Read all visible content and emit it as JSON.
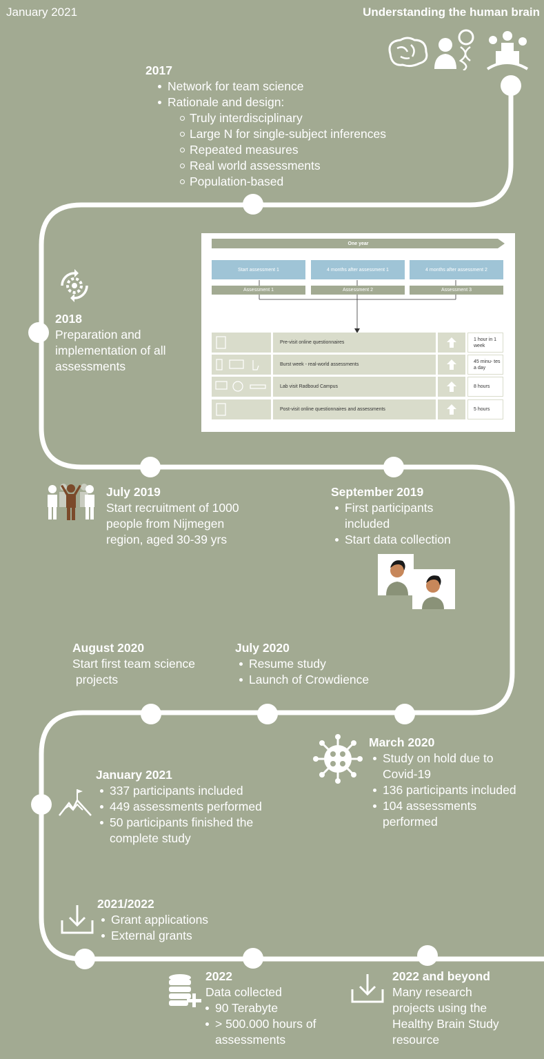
{
  "header": {
    "date": "January 2021",
    "title": "Understanding the human brain"
  },
  "milestones": {
    "m2017": {
      "title": "2017",
      "items": [
        "Network for team science",
        "Rationale and design:"
      ],
      "subitems": [
        "Truly interdisciplinary",
        "Large N for single-subject inferences",
        "Repeated measures",
        "Real world assessments",
        "Population-based"
      ]
    },
    "m2018": {
      "title": "2018",
      "text": [
        "Preparation and",
        "implementation of all",
        "assessments"
      ]
    },
    "july2019": {
      "title": "July 2019",
      "text": [
        "Start recruitment of 1000",
        "people from Nijmegen",
        "region, aged 30-39 yrs"
      ]
    },
    "sept2019": {
      "title": "September 2019",
      "items": [
        "First participants included",
        "Start data collection"
      ]
    },
    "aug2020": {
      "title": "August 2020",
      "text": [
        "Start first team science",
        " projects"
      ]
    },
    "july2020": {
      "title": "July 2020",
      "items": [
        "Resume study",
        "Launch of Crowdience"
      ]
    },
    "march2020": {
      "title": "March 2020",
      "items": [
        "Study on hold due to Covid-19",
        "136 participants included",
        "104 assessments performed"
      ]
    },
    "jan2021": {
      "title": "January 2021",
      "items": [
        "337 participants included",
        "449 assessments performed",
        "50 participants finished the complete study"
      ]
    },
    "y2122": {
      "title": "2021/2022",
      "items": [
        "Grant applications",
        "External grants"
      ]
    },
    "y2022": {
      "title": "2022",
      "text": "Data collected",
      "items": [
        "90 Terabyte",
        "> 500.000 hours of assessments"
      ]
    },
    "beyond": {
      "title": "2022 and beyond",
      "text": [
        "Many research",
        "projects using the",
        "Healthy Brain Study",
        "resource"
      ]
    }
  },
  "schedule": {
    "banner": "One year",
    "top": [
      "Start assessment 1",
      "4 months after assessment 1",
      "4 months after assessment 2"
    ],
    "assess": [
      "Assessment 1",
      "Assessment 2",
      "Assessment 3"
    ],
    "rows": [
      {
        "label": "Pre-visit online questionnaires",
        "time": "1 hour in 1 week"
      },
      {
        "label": "Burst week - real-world assessments",
        "time": "45 minu- tes a day"
      },
      {
        "label": "Lab visit Radboud Campus",
        "time": "8 hours"
      },
      {
        "label": "Post-visit online questionnaires and assessments",
        "time": "5 hours"
      }
    ]
  },
  "colors": {
    "background": "#a2aa92",
    "line": "#ffffff",
    "schedule_blue": "#9fc4d6",
    "schedule_olive": "#a2aa92",
    "schedule_row": "#d9dccb"
  },
  "icons": [
    "brain-icon",
    "doctor-dna-icon",
    "hospital-globe-icon",
    "gear-cycle-icon",
    "people-group-icon",
    "portrait-icon",
    "virus-icon",
    "mountain-flag-icon",
    "download-tray-icon",
    "database-plus-icon"
  ]
}
